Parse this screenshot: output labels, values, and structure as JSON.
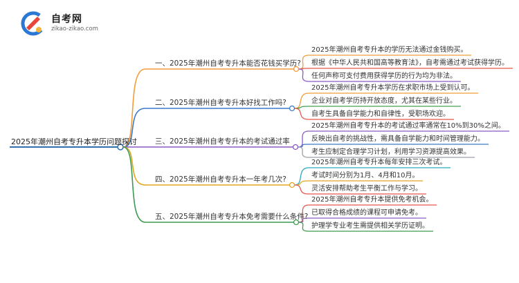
{
  "logo": {
    "name": "自考网",
    "url": "zikao-zikao.com",
    "colors": [
      "#2b77d4",
      "#e8463b",
      "#f4b33b"
    ]
  },
  "root": {
    "label": "2025年潮州自考专升本学历问题探讨",
    "color": "#2f6fae"
  },
  "branches": [
    {
      "label": "一、2025年潮州自考专升本能否花钱买学历?",
      "color": "#f29c38",
      "leaves": [
        {
          "label": "2025年潮州自考专升本的学历无法通过金钱购买。",
          "color": "#f29c38"
        },
        {
          "label": "根据《中华人民共和国高等教育法》，自考需通过考试获得学历。",
          "color": "#e8564b"
        },
        {
          "label": "任何声称可支付费用获得学历的行为均为非法。",
          "color": "#8c58c4"
        }
      ]
    },
    {
      "label": "二、2025年潮州自考专升本好找工作吗?",
      "color": "#3c78c8",
      "leaves": [
        {
          "label": "2025年潮州自考专升本学历在求职市场上受到认可。",
          "color": "#f29c38"
        },
        {
          "label": "企业对自考学历持开放态度，尤其在某些行业。",
          "color": "#44a04a"
        },
        {
          "label": "自考生具备自学能力和自律性，受职场欢迎。",
          "color": "#e8564b"
        }
      ]
    },
    {
      "label": "三、2025年潮州自考专升本的考试通过率",
      "color": "#8c58c4",
      "leaves": [
        {
          "label": "2025年潮州自考专升本的考试通过率通常在10%到30%之间。",
          "color": "#8c58c4"
        },
        {
          "label": "反映出自考的挑战性，需具备自学能力和时间管理能力。",
          "color": "#3c78c8"
        },
        {
          "label": "考生应制定合理学习计划，利用学习资源提高效果。",
          "color": "#9aa0a6"
        }
      ]
    },
    {
      "label": "四、2025年潮州自考专升本一年考几次?",
      "color": "#e0a51e",
      "leaves": [
        {
          "label": "2025年潮州自考专升本每年安排三次考试。",
          "color": "#2aa8c0"
        },
        {
          "label": "考试时间分别为1月、4月和10月。",
          "color": "#e0a51e"
        },
        {
          "label": "灵活安排帮助考生平衡工作与学习。",
          "color": "#e8564b"
        }
      ]
    },
    {
      "label": "五、2025年潮州自考专升本免考需要什么条件?",
      "color": "#3a9a4e",
      "leaves": [
        {
          "label": "2025年潮州自考专升本提供免考机会。",
          "color": "#e8564b"
        },
        {
          "label": "已取得合格成绩的课程可申请免考。",
          "color": "#8c58c4"
        },
        {
          "label": "护理学专业考生需提供相关学历证明。",
          "color": "#3a9a4e"
        }
      ]
    }
  ]
}
